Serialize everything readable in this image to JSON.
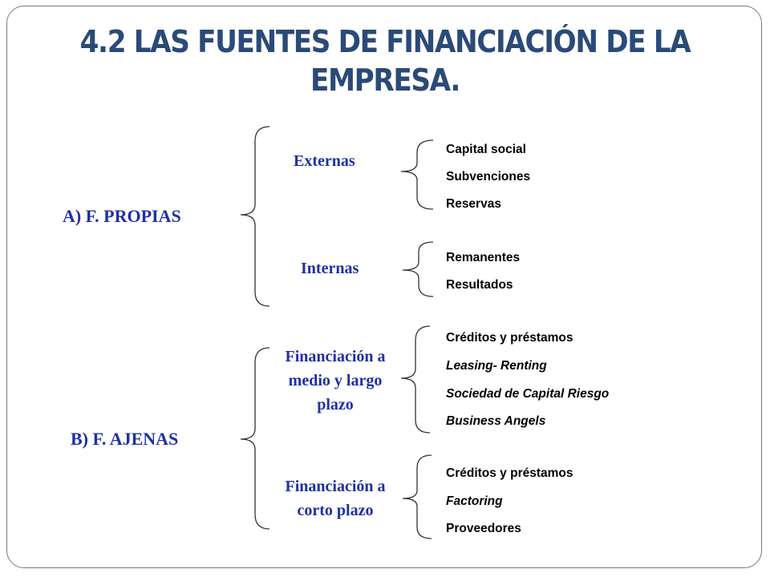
{
  "title": {
    "line1": "4.2 LAS FUENTES DE FINANCIACIÓN DE LA",
    "line2": "EMPRESA."
  },
  "colors": {
    "title": "#2a4a78",
    "labels": "#1f2fa6",
    "items": "#000000",
    "brackets": "#333333"
  },
  "propias": {
    "label": "A)  F. PROPIAS",
    "externas": {
      "label": "Externas",
      "items": [
        "Capital social",
        "Subvenciones",
        "Reservas"
      ]
    },
    "internas": {
      "label": "Internas",
      "items": [
        "Remanentes",
        "Resultados"
      ]
    }
  },
  "ajenas": {
    "label": "B)  F. AJENAS",
    "largo": {
      "line1": "Financiación a",
      "line2": "medio y largo",
      "line3": "plazo",
      "items": [
        "Créditos y préstamos",
        "Leasing- Renting",
        "Sociedad de Capital Riesgo",
        "Business Angels"
      ]
    },
    "corto": {
      "line1": "Financiación a",
      "line2": "corto plazo",
      "items": [
        "Créditos y préstamos",
        "Factoring",
        "Proveedores"
      ]
    }
  }
}
